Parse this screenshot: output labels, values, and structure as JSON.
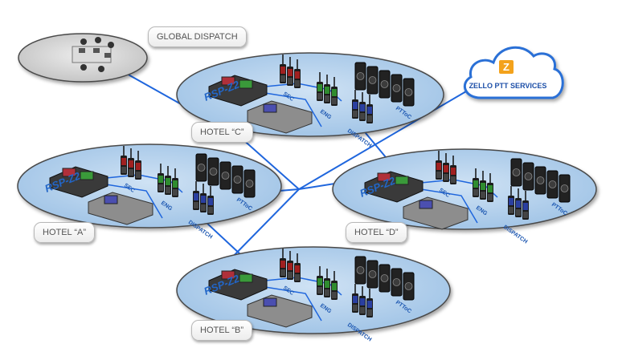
{
  "global_dispatch": {
    "label": "GLOBAL DISPATCH"
  },
  "cloud": {
    "label": "ZELLO PTT SERVICES",
    "logo_letter": "Z",
    "logo_color": "#f3a21b",
    "outline_color": "#2b6fd6"
  },
  "colors": {
    "network_line": "#1f66dd",
    "ellipse_fill": "#b7d3ec",
    "ellipse_stroke": "#4a4a4a",
    "radio_sec": "#a02020",
    "radio_eng": "#2f8c2f",
    "radio_dispatch": "#2a3fa0",
    "ptt_device": "#222222"
  },
  "hotels": [
    {
      "id": "c",
      "name": "HOTEL “C”",
      "rsp": "RSP-Z2",
      "sec": "SEC",
      "eng": "ENG",
      "dispatch": "DISPATCH",
      "pttoc": "PTToC"
    },
    {
      "id": "a",
      "name": "HOTEL “A”",
      "rsp": "RSP-Z2",
      "sec": "SEC",
      "eng": "ENG",
      "dispatch": "DISPATCH",
      "pttoc": "PTToC"
    },
    {
      "id": "d",
      "name": "HOTEL “D”",
      "rsp": "RSP-Z2",
      "sec": "SEC",
      "eng": "ENG",
      "dispatch": "DISPATCH",
      "pttoc": "PTToC"
    },
    {
      "id": "b",
      "name": "HOTEL “B”",
      "rsp": "RSP-Z2",
      "sec": "SEC",
      "eng": "ENG",
      "dispatch": "DISPATCH",
      "pttoc": "PTToC"
    }
  ]
}
